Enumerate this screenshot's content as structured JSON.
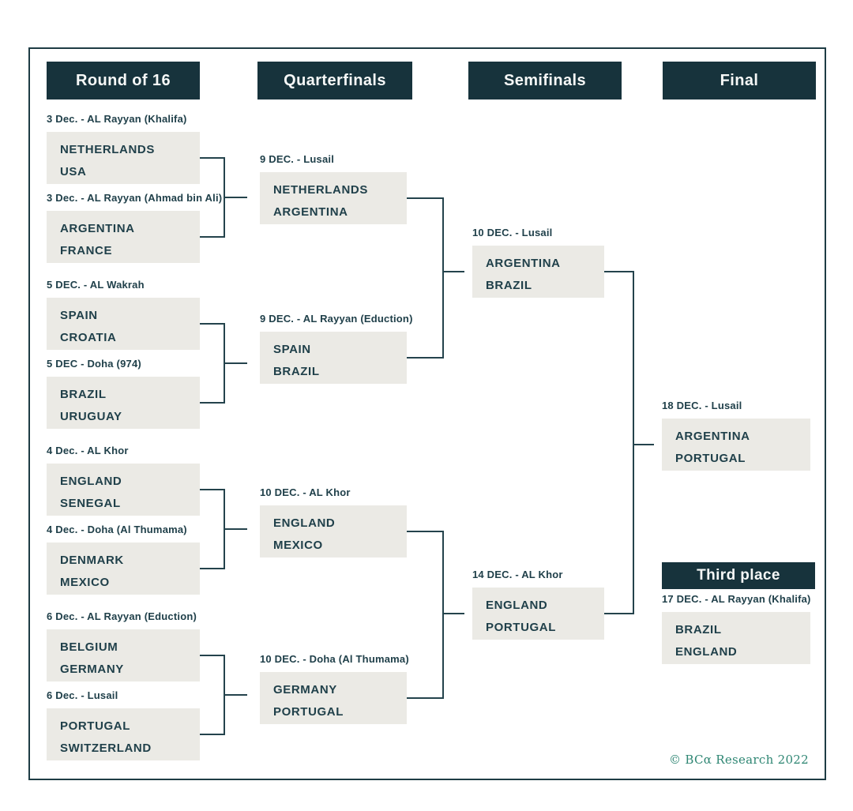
{
  "columns": [
    {
      "label": "Round of 16"
    },
    {
      "label": "Quarterfinals"
    },
    {
      "label": "Semifinals"
    },
    {
      "label": "Final"
    }
  ],
  "third_place_header": "Third place",
  "matches": {
    "round_of_16": [
      {
        "info": "3 Dec. - AL Rayyan (Khalifa)",
        "home": "NETHERLANDS",
        "away": "USA"
      },
      {
        "info": "3 Dec. - AL Rayyan (Ahmad bin Ali)",
        "home": "ARGENTINA",
        "away": "FRANCE"
      },
      {
        "info": "5 DEC. - AL Wakrah",
        "home": "SPAIN",
        "away": "CROATIA"
      },
      {
        "info": "5 DEC - Doha (974)",
        "home": "BRAZIL",
        "away": "URUGUAY"
      },
      {
        "info": "4 Dec. - AL Khor",
        "home": "ENGLAND",
        "away": "SENEGAL"
      },
      {
        "info": "4 Dec. - Doha (Al Thumama)",
        "home": "DENMARK",
        "away": "MEXICO"
      },
      {
        "info": "6 Dec. - AL Rayyan (Eduction)",
        "home": "BELGIUM",
        "away": "GERMANY"
      },
      {
        "info": "6 Dec. - Lusail",
        "home": "PORTUGAL",
        "away": "SWITZERLAND"
      }
    ],
    "quarterfinals": [
      {
        "info": "9 DEC. - Lusail",
        "home": "NETHERLANDS",
        "away": "ARGENTINA"
      },
      {
        "info": "9 DEC. - AL Rayyan (Eduction)",
        "home": "SPAIN",
        "away": "BRAZIL"
      },
      {
        "info": "10 DEC. - AL Khor",
        "home": "ENGLAND",
        "away": "MEXICO"
      },
      {
        "info": "10 DEC. - Doha (Al Thumama)",
        "home": "GERMANY",
        "away": "PORTUGAL"
      }
    ],
    "semifinals": [
      {
        "info": "10 DEC. - Lusail",
        "home": "ARGENTINA",
        "away": "BRAZIL"
      },
      {
        "info": "14 DEC. - AL Khor",
        "home": "ENGLAND",
        "away": "PORTUGAL"
      }
    ],
    "final": [
      {
        "info": "18 DEC. - Lusail",
        "home": "ARGENTINA",
        "away": "PORTUGAL"
      }
    ],
    "third_place": [
      {
        "info": "17 DEC. - AL Rayyan (Khalifa)",
        "home": "BRAZIL",
        "away": "ENGLAND"
      }
    ]
  },
  "copyright": "© BCα Research 2022",
  "colors": {
    "header_bg": "#17333c",
    "box_bg": "#ebeae5",
    "text": "#20404a",
    "line": "#24434c",
    "copyright": "#2e8673"
  }
}
